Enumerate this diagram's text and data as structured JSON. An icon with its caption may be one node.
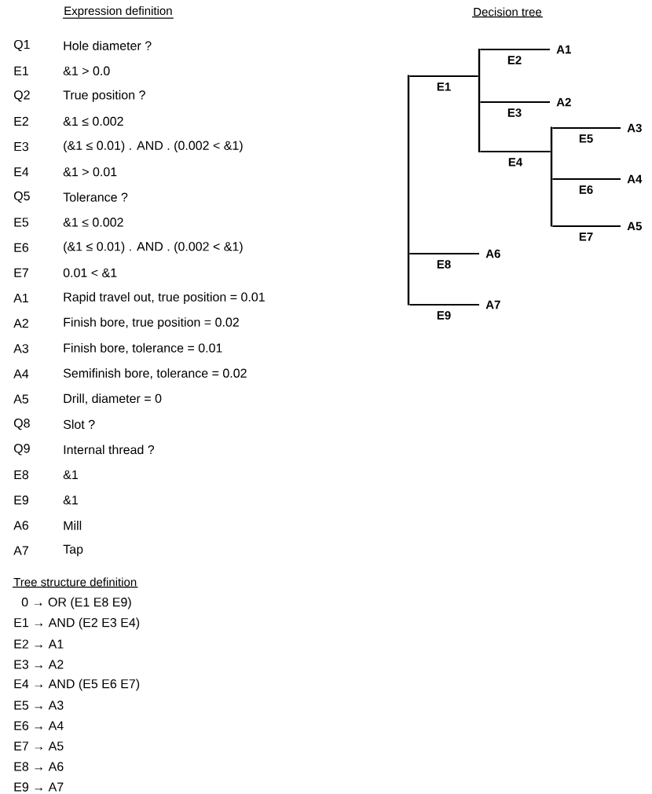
{
  "diagram": {
    "title": "Decision tree",
    "nodes": [
      {
        "text": [],
        "shape": "bar"
      },
      {
        "text": [],
        "shape": "bar"
      },
      {
        "text": [
          "A1"
        ]
      },
      {
        "text": [
          "A2"
        ]
      },
      {
        "text": [],
        "shape": "bar"
      },
      {
        "text": [
          "A3"
        ]
      },
      {
        "text": [
          "A4"
        ]
      },
      {
        "text": [
          "A5"
        ]
      },
      {
        "text": [
          "A6"
        ]
      },
      {
        "text": [
          "A7"
        ]
      }
    ],
    "edges": [
      {
        "from": 0,
        "to": 1,
        "arrow": "none",
        "label": "E1"
      },
      {
        "from": 1,
        "to": 2,
        "arrow": "none",
        "label": "E2"
      },
      {
        "from": 1,
        "to": 3,
        "arrow": "none",
        "label": "E3"
      },
      {
        "from": 1,
        "to": 4,
        "arrow": "none",
        "label": "E4"
      },
      {
        "from": 4,
        "to": 5,
        "arrow": "none",
        "label": "E5"
      },
      {
        "from": 4,
        "to": 6,
        "arrow": "none",
        "label": "E6"
      },
      {
        "from": 4,
        "to": 7,
        "arrow": "none",
        "label": "E7"
      },
      {
        "from": 0,
        "to": 8,
        "arrow": "none",
        "label": "E8"
      },
      {
        "from": 0,
        "to": 9,
        "arrow": "none",
        "label": "E9"
      }
    ],
    "labels": [
      "Expression definition",
      "Q1",
      "Hole diameter ?",
      "E1",
      "&1 > 0.0",
      "Q2",
      "True position ?",
      "E2",
      "&1 ≤ 0.002",
      "E3",
      "(&1 ≤ 0.01) . AND . (0.002 < &1)",
      "E4",
      "&1 > 0.01",
      "Q5",
      "Tolerance ?",
      "E5",
      "&1 ≤ 0.002",
      "E6",
      "(&1 ≤ 0.01) . AND . (0.002 < &1)",
      "E7",
      "0.01 < &1",
      "A1",
      "Rapid travel out, true position = 0.01",
      "A2",
      "Finish bore, true position = 0.02",
      "A3",
      "Finish bore, tolerance = 0.01",
      "A4",
      "Semifinish bore, tolerance = 0.02",
      "A5",
      "Drill, diameter = 0",
      "Q8",
      "Slot ?",
      "Q9",
      "Internal thread ?",
      "E8",
      "&1",
      "E9",
      "&1",
      "A6",
      "Mill",
      "A7",
      "Tap",
      "Tree structure definition",
      "0 → OR (E1 E8 E9)",
      "E1 → AND (E2 E3 E4)",
      "E2 → A1",
      "E3 → A2",
      "E4 → AND (E5 E6 E7)",
      "E5 → A3",
      "E6 → A4",
      "E7 → A5",
      "E8 → A6",
      "E9 → A7"
    ]
  }
}
